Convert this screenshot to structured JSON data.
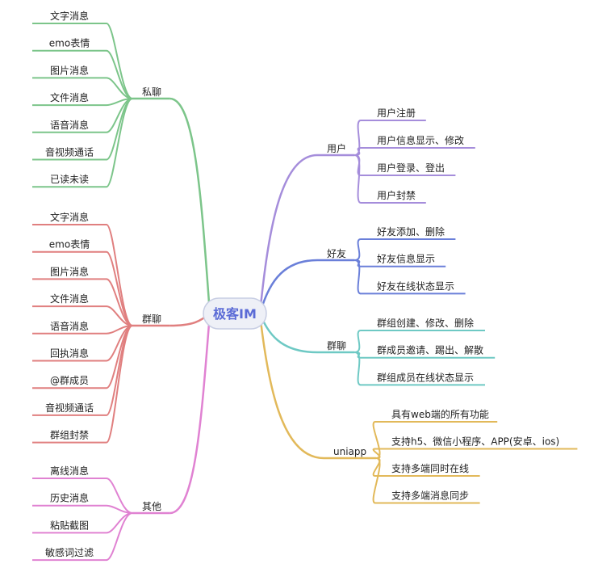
{
  "root": {
    "label": "极客IM",
    "fill": "#eef0f7",
    "stroke": "#c7cde3"
  },
  "branches": [
    {
      "id": "private",
      "label": "私聊",
      "side": "left",
      "color": "#7cc58a",
      "children": [
        "文字消息",
        "emo表情",
        "图片消息",
        "文件消息",
        "语音消息",
        "音视频通话",
        "已读未读"
      ]
    },
    {
      "id": "group_chat",
      "label": "群聊",
      "side": "left",
      "color": "#e07f7f",
      "children": [
        "文字消息",
        "emo表情",
        "图片消息",
        "文件消息",
        "语音消息",
        "回执消息",
        "@群成员",
        "音视频通话",
        "群组封禁"
      ]
    },
    {
      "id": "other",
      "label": "其他",
      "side": "left",
      "color": "#e082d2",
      "children": [
        "离线消息",
        "历史消息",
        "粘贴截图",
        "敏感词过滤"
      ]
    },
    {
      "id": "user",
      "label": "用户",
      "side": "right",
      "color": "#a58ddb",
      "children": [
        "用户注册",
        "用户信息显示、修改",
        "用户登录、登出",
        "用户封禁"
      ]
    },
    {
      "id": "friend",
      "label": "好友",
      "side": "right",
      "color": "#6a7fd9",
      "children": [
        "好友添加、删除",
        "好友信息显示",
        "好友在线状态显示"
      ]
    },
    {
      "id": "group",
      "label": "群聊",
      "side": "right",
      "color": "#6ec9c4",
      "children": [
        "群组创建、修改、删除",
        "群成员邀请、踢出、解散",
        "群组成员在线状态显示"
      ]
    },
    {
      "id": "uniapp",
      "label": "uniapp",
      "side": "right",
      "color": "#e2b95a",
      "children": [
        "具有web端的所有功能",
        "支持h5、微信小程序、APP(安卓、ios)",
        "支持多端同时在线",
        "支持多端消息同步"
      ]
    }
  ]
}
